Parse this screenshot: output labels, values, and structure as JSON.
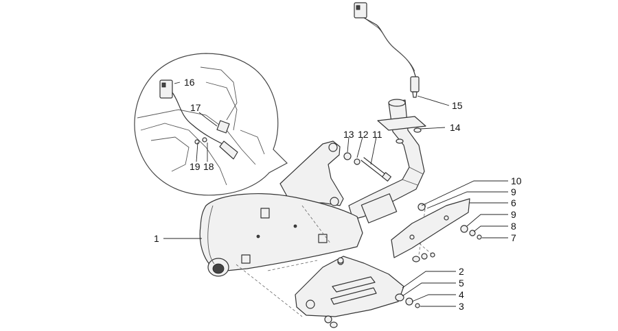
{
  "callouts": [
    {
      "id": "1",
      "label": "1"
    },
    {
      "id": "2",
      "label": "2"
    },
    {
      "id": "3",
      "label": "3"
    },
    {
      "id": "4",
      "label": "4"
    },
    {
      "id": "5",
      "label": "5"
    },
    {
      "id": "6",
      "label": "6"
    },
    {
      "id": "7",
      "label": "7"
    },
    {
      "id": "8",
      "label": "8"
    },
    {
      "id": "9a",
      "label": "9"
    },
    {
      "id": "9b",
      "label": "9"
    },
    {
      "id": "10",
      "label": "10"
    },
    {
      "id": "11",
      "label": "11"
    },
    {
      "id": "12",
      "label": "12"
    },
    {
      "id": "13",
      "label": "13"
    },
    {
      "id": "14",
      "label": "14"
    },
    {
      "id": "15",
      "label": "15"
    },
    {
      "id": "16",
      "label": "16"
    },
    {
      "id": "17",
      "label": "17"
    },
    {
      "id": "18",
      "label": "18"
    },
    {
      "id": "19",
      "label": "19"
    }
  ],
  "colors": {
    "line": "#333333",
    "background": "#ffffff"
  }
}
